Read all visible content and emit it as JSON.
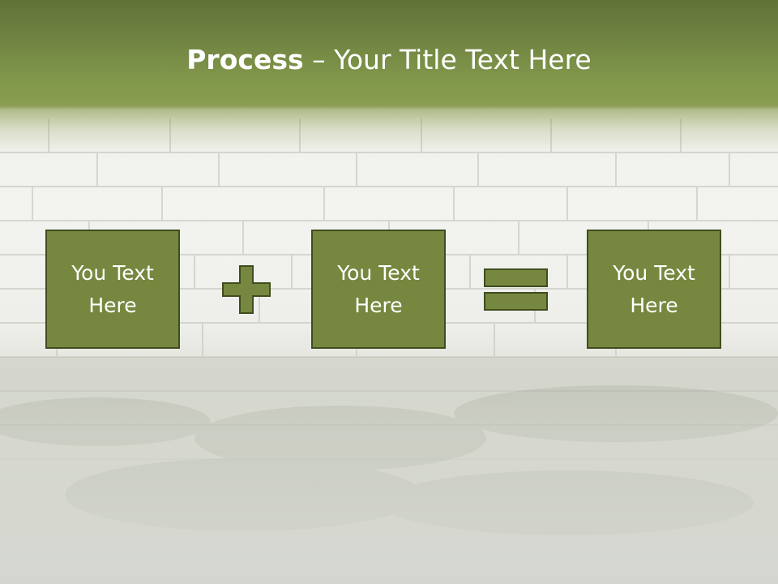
{
  "slide": {
    "title_bold": "Process",
    "title_rest": " – Your Title Text Here",
    "boxes": [
      {
        "text": "You Text Here"
      },
      {
        "text": "You Text Here"
      },
      {
        "text": "You Text Here"
      }
    ],
    "operators": [
      "plus-icon",
      "equals-icon"
    ],
    "colors": {
      "band": "#6d8040",
      "box_fill": "#76883f",
      "box_border": "#3f4d1e",
      "text": "#ffffff"
    }
  }
}
